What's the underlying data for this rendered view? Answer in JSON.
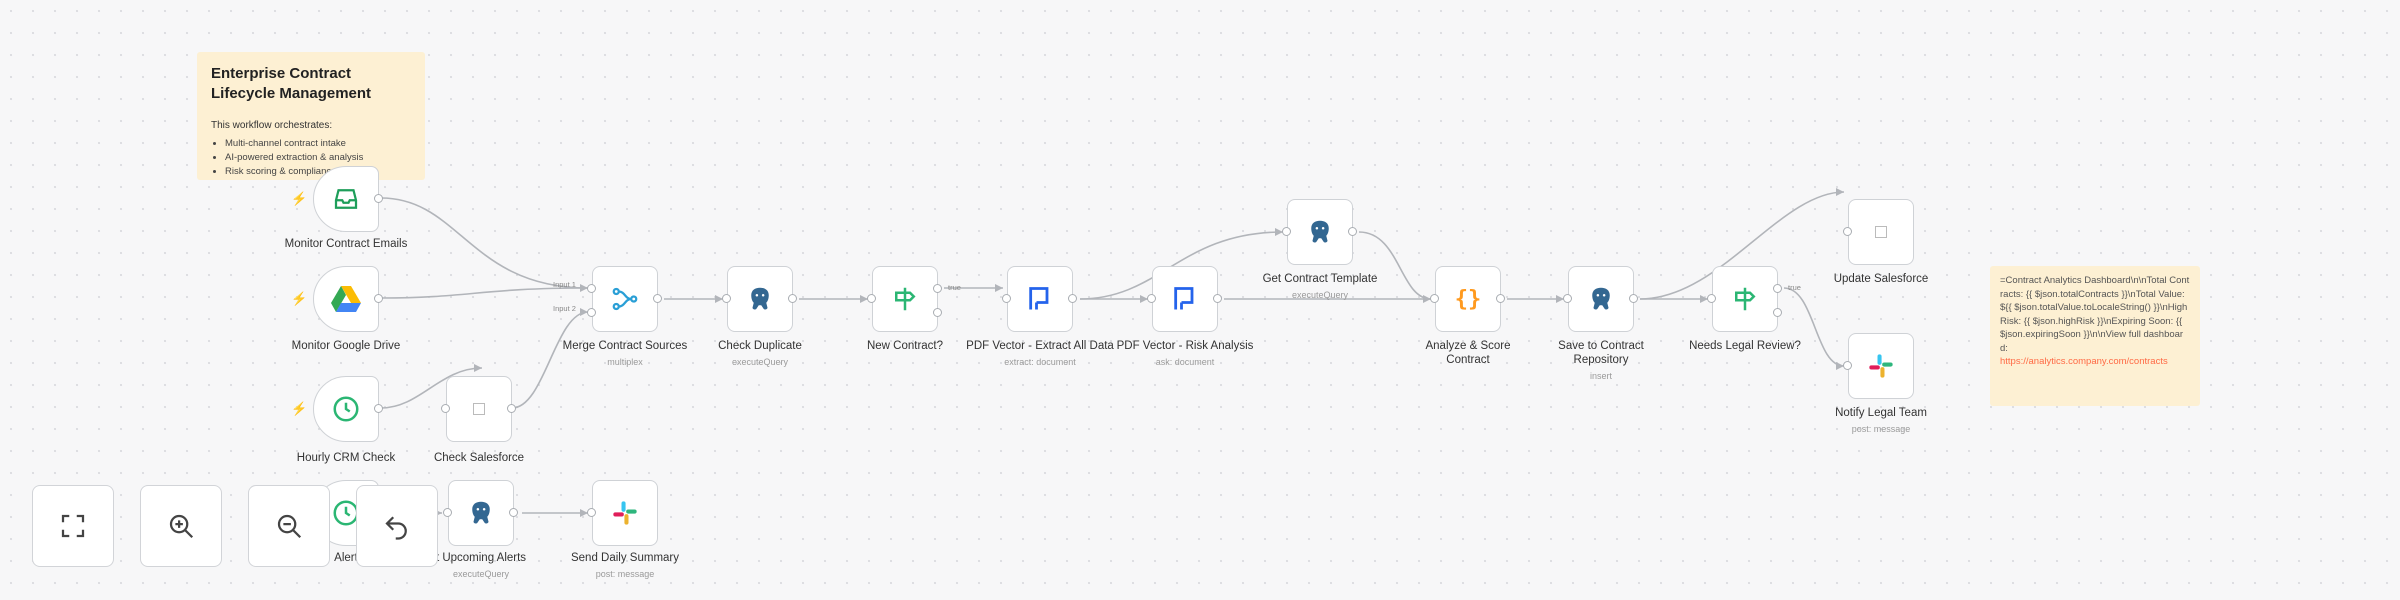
{
  "sticky_main": {
    "title": "Enterprise Contract Lifecycle Management",
    "intro": "This workflow orchestrates:",
    "bullets": [
      "Multi-channel contract intake",
      "AI-powered extraction & analysis",
      "Risk scoring & compliance"
    ]
  },
  "sticky_analytics": {
    "lines": [
      "=Contract Analytics Dashboard\\n\\nTotal Contracts: {{ $json.totalContracts }}\\nTotal Value: ${{ $json.totalValue.toLocaleString() }}\\nHigh Risk: {{ $json.highRisk }}\\nExpiring Soon: {{ $json.expiringSoon }}\\n\\nView full dashboard:",
      "https://analytics.company.com/contracts"
    ]
  },
  "nodes": {
    "monitor_emails": {
      "label": "Monitor Contract Emails",
      "icon": "inbox-icon"
    },
    "monitor_drive": {
      "label": "Monitor Google Drive",
      "icon": "google-drive-icon"
    },
    "hourly_crm": {
      "label": "Hourly CRM Check",
      "icon": "clock-icon"
    },
    "check_salesforce": {
      "label": "Check Salesforce",
      "icon": "broken-image-icon"
    },
    "alert_schedule": {
      "label": "Alert",
      "icon": "clock-icon"
    },
    "get_alerts": {
      "label": "t Upcoming Alerts",
      "sub": "executeQuery",
      "icon": "postgres-icon"
    },
    "daily_summary": {
      "label": "Send Daily Summary",
      "sub": "post: message",
      "icon": "slack-icon"
    },
    "merge": {
      "label": "Merge Contract Sources",
      "sub": "multiplex",
      "icon": "merge-icon",
      "input1": "Input 1",
      "input2": "Input 2"
    },
    "check_dup": {
      "label": "Check Duplicate",
      "sub": "executeQuery",
      "icon": "postgres-icon"
    },
    "new_contract": {
      "label": "New Contract?",
      "icon": "if-icon",
      "true_label": "true"
    },
    "pdf_extract": {
      "label": "PDF Vector - Extract All Data",
      "sub": "extract: document",
      "icon": "pdf-vector-icon"
    },
    "pdf_risk": {
      "label": "PDF Vector - Risk Analysis",
      "sub": "ask: document",
      "icon": "pdf-vector-icon"
    },
    "get_template": {
      "label": "Get Contract Template",
      "sub": "executeQuery",
      "icon": "postgres-icon"
    },
    "analyze": {
      "label": "Analyze & Score Contract",
      "icon": "code-icon"
    },
    "save_repo": {
      "label": "Save to Contract Repository",
      "sub": "insert",
      "icon": "postgres-icon"
    },
    "legal_review": {
      "label": "Needs Legal Review?",
      "icon": "if-icon",
      "true_label": "true"
    },
    "update_sf": {
      "label": "Update Salesforce",
      "icon": "broken-image-icon"
    },
    "notify_legal": {
      "label": "Notify Legal Team",
      "sub": "post: message",
      "icon": "slack-icon"
    }
  },
  "colors": {
    "accent": "#ff6a45",
    "drive_green": "#34a853",
    "drive_blue": "#4285f4",
    "drive_yellow": "#fbbc04",
    "if_green": "#2bb673",
    "pdf_blue": "#2463eb",
    "code_orange": "#ff9a1f",
    "postgres_blue": "#336791"
  },
  "controls": {
    "fit": "fit-view-icon",
    "zoom_in": "zoom-in-icon",
    "zoom_out": "zoom-out-icon",
    "undo": "undo-icon"
  }
}
